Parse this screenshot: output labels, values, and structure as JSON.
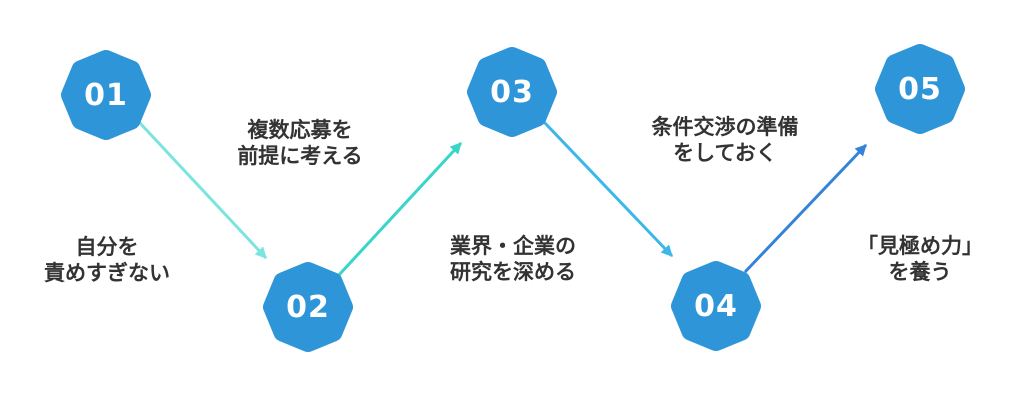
{
  "colors": {
    "background": "#ffffff",
    "badge": "#2e96d8",
    "badge_number": "#ffffff",
    "label_text": "#333333"
  },
  "steps": [
    {
      "number": "01",
      "label_line1": "自分を",
      "label_line2": "責めすぎない"
    },
    {
      "number": "02",
      "label_line1": "複数応募を",
      "label_line2": "前提に考える"
    },
    {
      "number": "03",
      "label_line1": "業界・企業の",
      "label_line2": "研究を深める"
    },
    {
      "number": "04",
      "label_line1": "条件交渉の準備",
      "label_line2": "をしておく"
    },
    {
      "number": "05",
      "label_line1": "「見極め力」",
      "label_line2": "を養う"
    }
  ],
  "arrows": [
    {
      "from": "01",
      "to": "02",
      "color": "#7ce4de"
    },
    {
      "from": "02",
      "to": "03",
      "color": "#38d5c9"
    },
    {
      "from": "03",
      "to": "04",
      "color": "#3cb7e9"
    },
    {
      "from": "04",
      "to": "05",
      "color": "#3583d8"
    }
  ]
}
